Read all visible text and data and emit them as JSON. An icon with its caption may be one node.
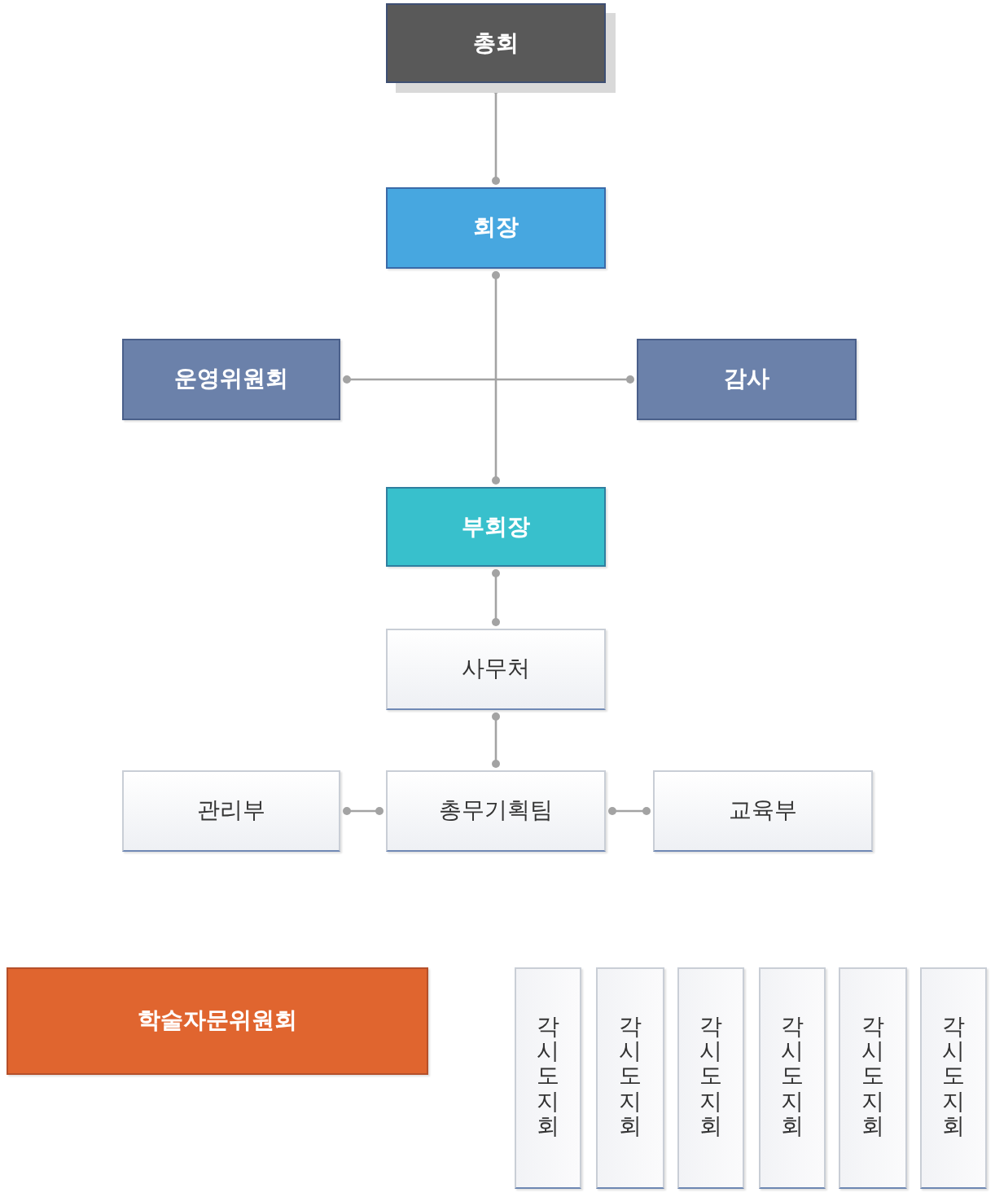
{
  "diagram": {
    "nodes": [
      {
        "text": [
          "총회"
        ]
      },
      {
        "text": [
          "회장"
        ]
      },
      {
        "text": [
          "운영위원회"
        ]
      },
      {
        "text": [
          "감사"
        ]
      },
      {
        "text": [
          "부회장"
        ]
      },
      {
        "text": [
          "사무처"
        ]
      },
      {
        "text": [
          "관리부"
        ]
      },
      {
        "text": [
          "총무기획팀"
        ]
      },
      {
        "text": [
          "교육부"
        ]
      },
      {
        "text": [
          "학술자문위원회"
        ]
      },
      {
        "text": [
          "각시도지회"
        ]
      },
      {
        "text": [
          "각시도지회"
        ]
      },
      {
        "text": [
          "각시도지회"
        ]
      },
      {
        "text": [
          "각시도지회"
        ]
      },
      {
        "text": [
          "각시도지회"
        ]
      },
      {
        "text": [
          "각시도지회"
        ]
      }
    ],
    "edges": [
      {
        "from": 0,
        "to": 1,
        "arrow": "other"
      },
      {
        "from": 1,
        "to": 4,
        "arrow": "other"
      },
      {
        "from": 2,
        "to": 3,
        "arrow": "other"
      },
      {
        "from": 4,
        "to": 5,
        "arrow": "other"
      },
      {
        "from": 5,
        "to": 7,
        "arrow": "other"
      },
      {
        "from": 7,
        "to": 6,
        "arrow": "other"
      },
      {
        "from": 7,
        "to": 8,
        "arrow": "other"
      }
    ]
  }
}
